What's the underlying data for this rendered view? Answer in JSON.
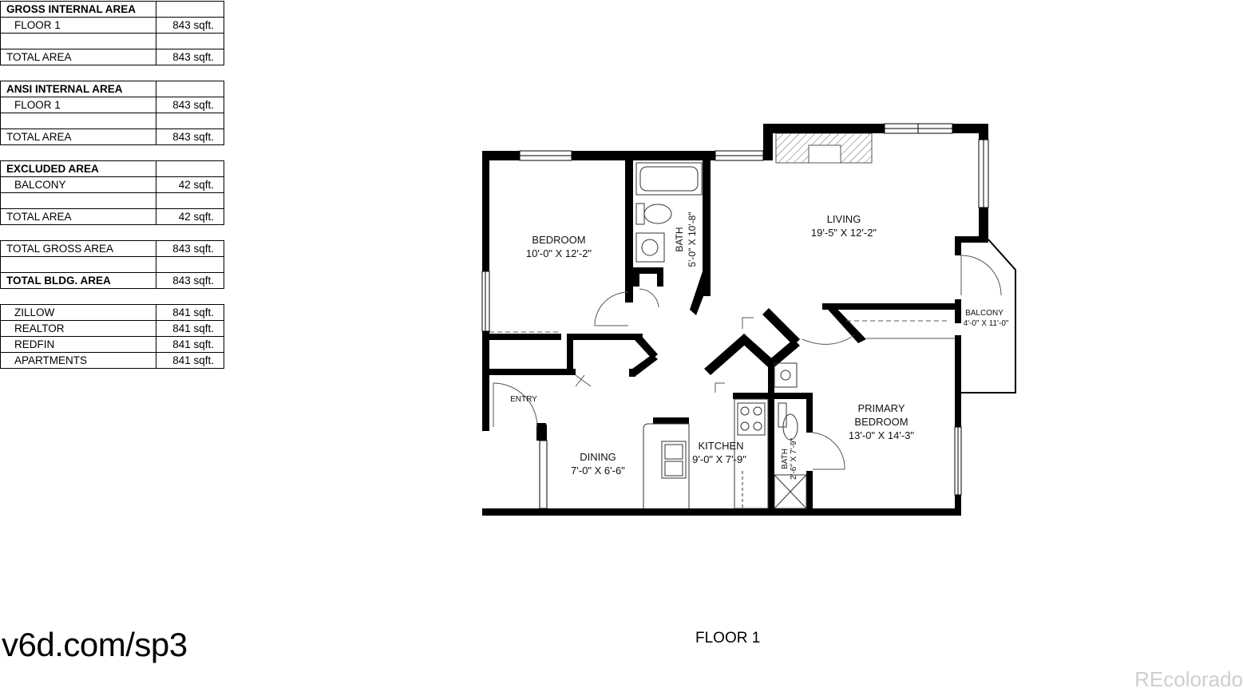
{
  "area_tables": [
    {
      "rows": [
        {
          "label": "GROSS INTERNAL AREA",
          "value": "",
          "style": "hdr"
        },
        {
          "label": "FLOOR 1",
          "value": "843 sqft.",
          "style": "sub"
        },
        {
          "label": "",
          "value": "",
          "style": ""
        },
        {
          "label": "TOTAL AREA",
          "value": "843 sqft.",
          "style": ""
        }
      ]
    },
    {
      "rows": [
        {
          "label": "ANSI INTERNAL AREA",
          "value": "",
          "style": "hdr"
        },
        {
          "label": "FLOOR 1",
          "value": "843 sqft.",
          "style": "sub"
        },
        {
          "label": "",
          "value": "",
          "style": ""
        },
        {
          "label": "TOTAL AREA",
          "value": "843 sqft.",
          "style": ""
        }
      ]
    },
    {
      "rows": [
        {
          "label": "EXCLUDED AREA",
          "value": "",
          "style": "hdr"
        },
        {
          "label": "BALCONY",
          "value": "42 sqft.",
          "style": "sub"
        },
        {
          "label": "",
          "value": "",
          "style": ""
        },
        {
          "label": "TOTAL AREA",
          "value": "42 sqft.",
          "style": ""
        }
      ]
    },
    {
      "rows": [
        {
          "label": "TOTAL GROSS AREA",
          "value": "843 sqft.",
          "style": ""
        },
        {
          "label": "",
          "value": "",
          "style": ""
        },
        {
          "label": "TOTAL BLDG. AREA",
          "value": "843 sqft.",
          "style": "hdr"
        }
      ]
    },
    {
      "rows": [
        {
          "label": "ZILLOW",
          "value": "841 sqft.",
          "style": "sub"
        },
        {
          "label": "REALTOR",
          "value": "841 sqft.",
          "style": "sub"
        },
        {
          "label": "REDFIN",
          "value": "841 sqft.",
          "style": "sub"
        },
        {
          "label": "APARTMENTS",
          "value": "841 sqft.",
          "style": "sub"
        }
      ]
    }
  ],
  "rooms": {
    "bedroom": {
      "name": "BEDROOM",
      "dims": "10'-0\" X 12'-2\""
    },
    "bath1": {
      "name": "BATH",
      "dims": "5'-0\" X 10'-8\""
    },
    "living": {
      "name": "LIVING",
      "dims": "19'-5\" X 12'-2\""
    },
    "balcony": {
      "name": "BALCONY",
      "dims": "4'-0\" X 11'-0\""
    },
    "entry": {
      "name": "ENTRY"
    },
    "dining": {
      "name": "DINING",
      "dims": "7'-0\" X 6'-6\""
    },
    "kitchen": {
      "name": "KITCHEN",
      "dims": "9'-0\" X 7'-9\""
    },
    "bath2": {
      "name": "BATH",
      "dims": "2'-6\" X 7'-9\""
    },
    "primary": {
      "name1": "PRIMARY",
      "name2": "BEDROOM",
      "dims": "13'-0\" X 14'-3\""
    }
  },
  "footer": {
    "url": "v6d.com/sp3",
    "floor_label": "FLOOR 1",
    "watermark": "REcolorado"
  }
}
